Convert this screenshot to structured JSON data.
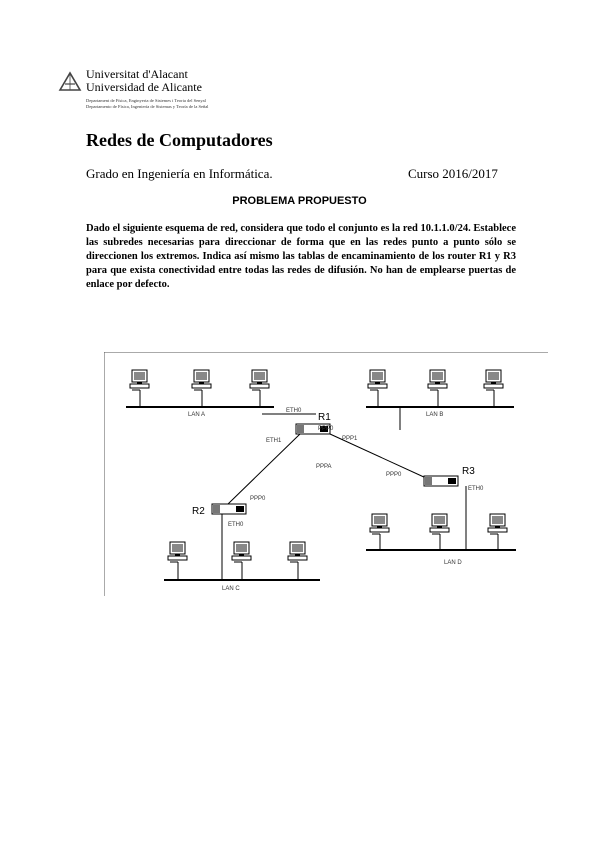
{
  "header": {
    "university_ca": "Universitat d'Alacant",
    "university_es": "Universidad de Alicante",
    "department_ca": "Departament de Física, Enginyeria de Sistemes i Teoria del Senyal",
    "department_es": "Departamento de Física, Ingeniería de Sistemas y Teoría de la Señal"
  },
  "document": {
    "title": "Redes de Computadores",
    "degree": "Grado en Ingeniería en Informática.",
    "course": "Curso 2016/2017",
    "subtitle": "PROBLEMA PROPUESTO",
    "statement": "Dado el siguiente esquema de red, considera que todo el conjunto es la red 10.1.1.0/24. Establece las subredes necesarias para direccionar de forma que en las redes punto a punto sólo se direccionen los extremos. Indica así mismo las tablas de encaminamiento de los router R1 y R3 para que exista conectividad entre todas las redes de difusión. No han de emplearse puertas de enlace por defecto."
  },
  "diagram": {
    "lans": {
      "lan_a": "LAN A",
      "lan_b": "LAN B",
      "lan_c": "LAN C",
      "lan_d": "LAN D"
    },
    "routers": {
      "r1": "R1",
      "r2": "R2",
      "r3": "R3"
    },
    "interfaces": {
      "r1_eth0": "ETH0",
      "r1_eth1": "ETH1",
      "r1_ppp0": "PPP0",
      "r1_ppp1": "PPP1",
      "r2_ppp0": "PPP0",
      "r2_eth0": "ETH0",
      "r3_ppp0": "PPP0",
      "r3_eth0": "ETH0"
    },
    "links": {
      "r1_r3": "PPPA"
    }
  }
}
